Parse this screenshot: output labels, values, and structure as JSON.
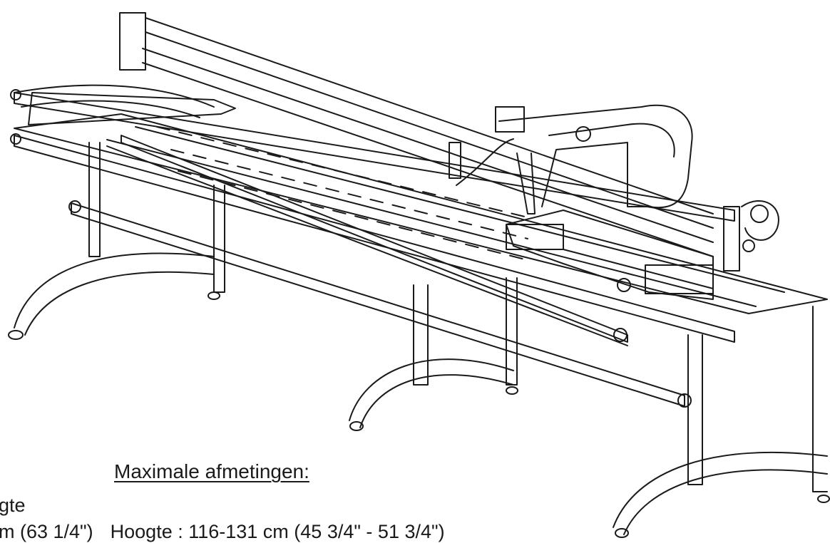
{
  "title": "Maximale afmetingen:",
  "line_1": "gte",
  "line_2_left": "m (63 1/4\")",
  "line_2_right": "Hoogte : 116-131 cm (45 3/4\" - 51 3/4\")"
}
